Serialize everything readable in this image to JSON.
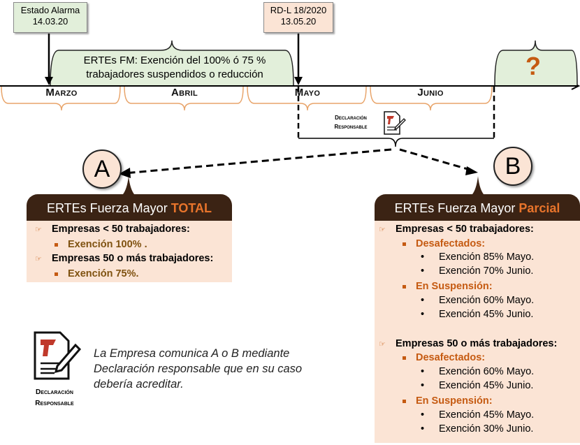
{
  "dates": [
    {
      "title": "Estado Alarma",
      "date": "14.03.20"
    },
    {
      "title": "RD-L 18/2020",
      "date": "13.05.20"
    }
  ],
  "bracket_text": {
    "line1": "ERTEs FM: Exención del 100% ó 75 %",
    "line2": "trabajadores suspendidos o reducción"
  },
  "question_mark": "?",
  "months": [
    "Marzo",
    "Abril",
    "Mayo",
    "Junio"
  ],
  "declaracion": {
    "line1": "Declaración",
    "line2": "Responsable"
  },
  "circles": {
    "a": "A",
    "b": "B"
  },
  "panel_a": {
    "title_prefix": "ERTEs Fuerza Mayor ",
    "title_highlight": "TOTAL",
    "groups": [
      {
        "label": "Empresas < 50 trabajadores:",
        "item": "Exención 100% ."
      },
      {
        "label": "Empresas 50 o más trabajadores:",
        "item": "Exención 75%."
      }
    ]
  },
  "panel_b": {
    "title_prefix": "ERTEs Fuerza Mayor ",
    "title_highlight": "Parcial",
    "group1": {
      "label": "Empresas < 50 trabajadores:",
      "sub1": {
        "label": "Desafectados:",
        "items": [
          "Exención 85% Mayo.",
          "Exención 70% Junio."
        ]
      },
      "sub2": {
        "label": "En Suspensión:",
        "items": [
          "Exención 60% Mayo.",
          "Exención 45% Junio."
        ]
      }
    },
    "group2": {
      "label": "Empresas 50 o más trabajadores:",
      "sub1": {
        "label": "Desafectados:",
        "items": [
          "Exención 60% Mayo.",
          "Exención 45% Junio."
        ]
      },
      "sub2": {
        "label": "En Suspensión:",
        "items": [
          "Exención 45% Mayo.",
          "Exención 30% Junio."
        ]
      }
    }
  },
  "note": {
    "line1": "La Empresa comunica A o B mediante",
    "line2": "Declaración responsable que en su caso",
    "line3": "debería acreditar."
  },
  "colors": {
    "accent": "#c55a11",
    "header_bg": "#3b2314",
    "panel_bg": "#fbe4d5",
    "date_bg": "#e2efda",
    "timeline": "#e8a46a"
  }
}
